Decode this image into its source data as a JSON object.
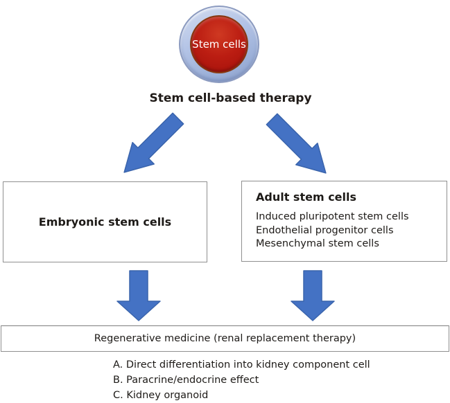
{
  "figure": {
    "root_node": {
      "label": "Stem cells"
    },
    "heading": "Stem cell-based therapy",
    "branches": {
      "embryonic": {
        "title": "Embryonic stem cells"
      },
      "adult": {
        "title": "Adult stem cells",
        "items": [
          "Induced pluripotent stem cells",
          "Endothelial progenitor cells",
          "Mesenchymal stem cells"
        ]
      }
    },
    "outcome": {
      "title": "Regenerative medicine (renal replacement therapy)"
    },
    "mechanisms": [
      "A. Direct differentiation into kidney component cell",
      "B. Paracrine/endocrine effect",
      "C. Kidney organoid"
    ],
    "colors": {
      "arrow_fill": "#4472C4",
      "arrow_stroke": "#3A64AC",
      "ring_fill": "#AEC0E2",
      "ring_border": "#8C9BC0",
      "core_fill": "#B41B12",
      "core_label": "#FFFFFF",
      "box_border": "#8F8F8F",
      "text": "#1D1A17"
    }
  }
}
